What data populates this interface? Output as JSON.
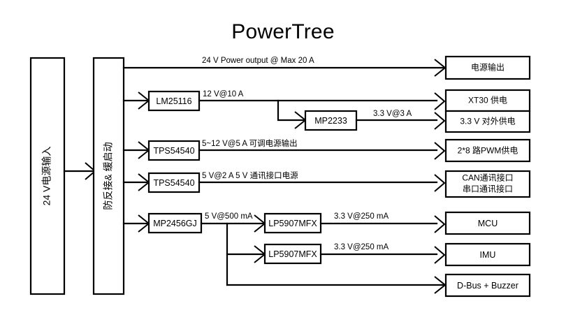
{
  "title": "PowerTree",
  "colors": {
    "background": "#ffffff",
    "stroke": "#000000",
    "text": "#000000"
  },
  "input_stages": [
    {
      "id": "power-input",
      "label": "24 V电源输入"
    },
    {
      "id": "protection",
      "label": "防反接& 缓启动"
    }
  ],
  "regulators": [
    {
      "id": "lm25116",
      "label": "LM25116"
    },
    {
      "id": "mp2233",
      "label": "MP2233"
    },
    {
      "id": "tps54540-pwm",
      "label": "TPS54540"
    },
    {
      "id": "tps54540-comm",
      "label": "TPS54540"
    },
    {
      "id": "mp2456gj",
      "label": "MP2456GJ"
    },
    {
      "id": "lp5907mfx-mcu",
      "label": "LP5907MFX"
    },
    {
      "id": "lp5907mfx-imu",
      "label": "LP5907MFX"
    }
  ],
  "rails": [
    {
      "id": "rail-24v-out",
      "label": "24 V Power output @ Max 20 A"
    },
    {
      "id": "rail-12v-10a",
      "label": "12 V@10 A"
    },
    {
      "id": "rail-3v3-3a",
      "label": "3.3 V@3 A"
    },
    {
      "id": "rail-5-12v-5a",
      "label": "5~12 V@5 A 可调电源输出"
    },
    {
      "id": "rail-5v-2a",
      "label": "5 V@2 A 5 V 通讯接口电源"
    },
    {
      "id": "rail-5v-500ma",
      "label": "5 V@500 mA"
    },
    {
      "id": "rail-3v3-250ma-mcu",
      "label": "3.3 V@250 mA"
    },
    {
      "id": "rail-3v3-250ma-imu",
      "label": "3.3 V@250 mA"
    }
  ],
  "outputs": [
    {
      "id": "power-output",
      "label": "电源输出"
    },
    {
      "id": "xt30",
      "label": "XT30 供电"
    },
    {
      "id": "ext-3v3",
      "label": "3.3 V 对外供电"
    },
    {
      "id": "pwm",
      "label": "2*8 路PWM供电"
    },
    {
      "id": "comm-line1",
      "label": "CAN通讯接口"
    },
    {
      "id": "comm-line2",
      "label": "串口通讯接口"
    },
    {
      "id": "mcu",
      "label": "MCU"
    },
    {
      "id": "imu",
      "label": "IMU"
    },
    {
      "id": "dbus",
      "label": "D-Bus + Buzzer"
    }
  ]
}
